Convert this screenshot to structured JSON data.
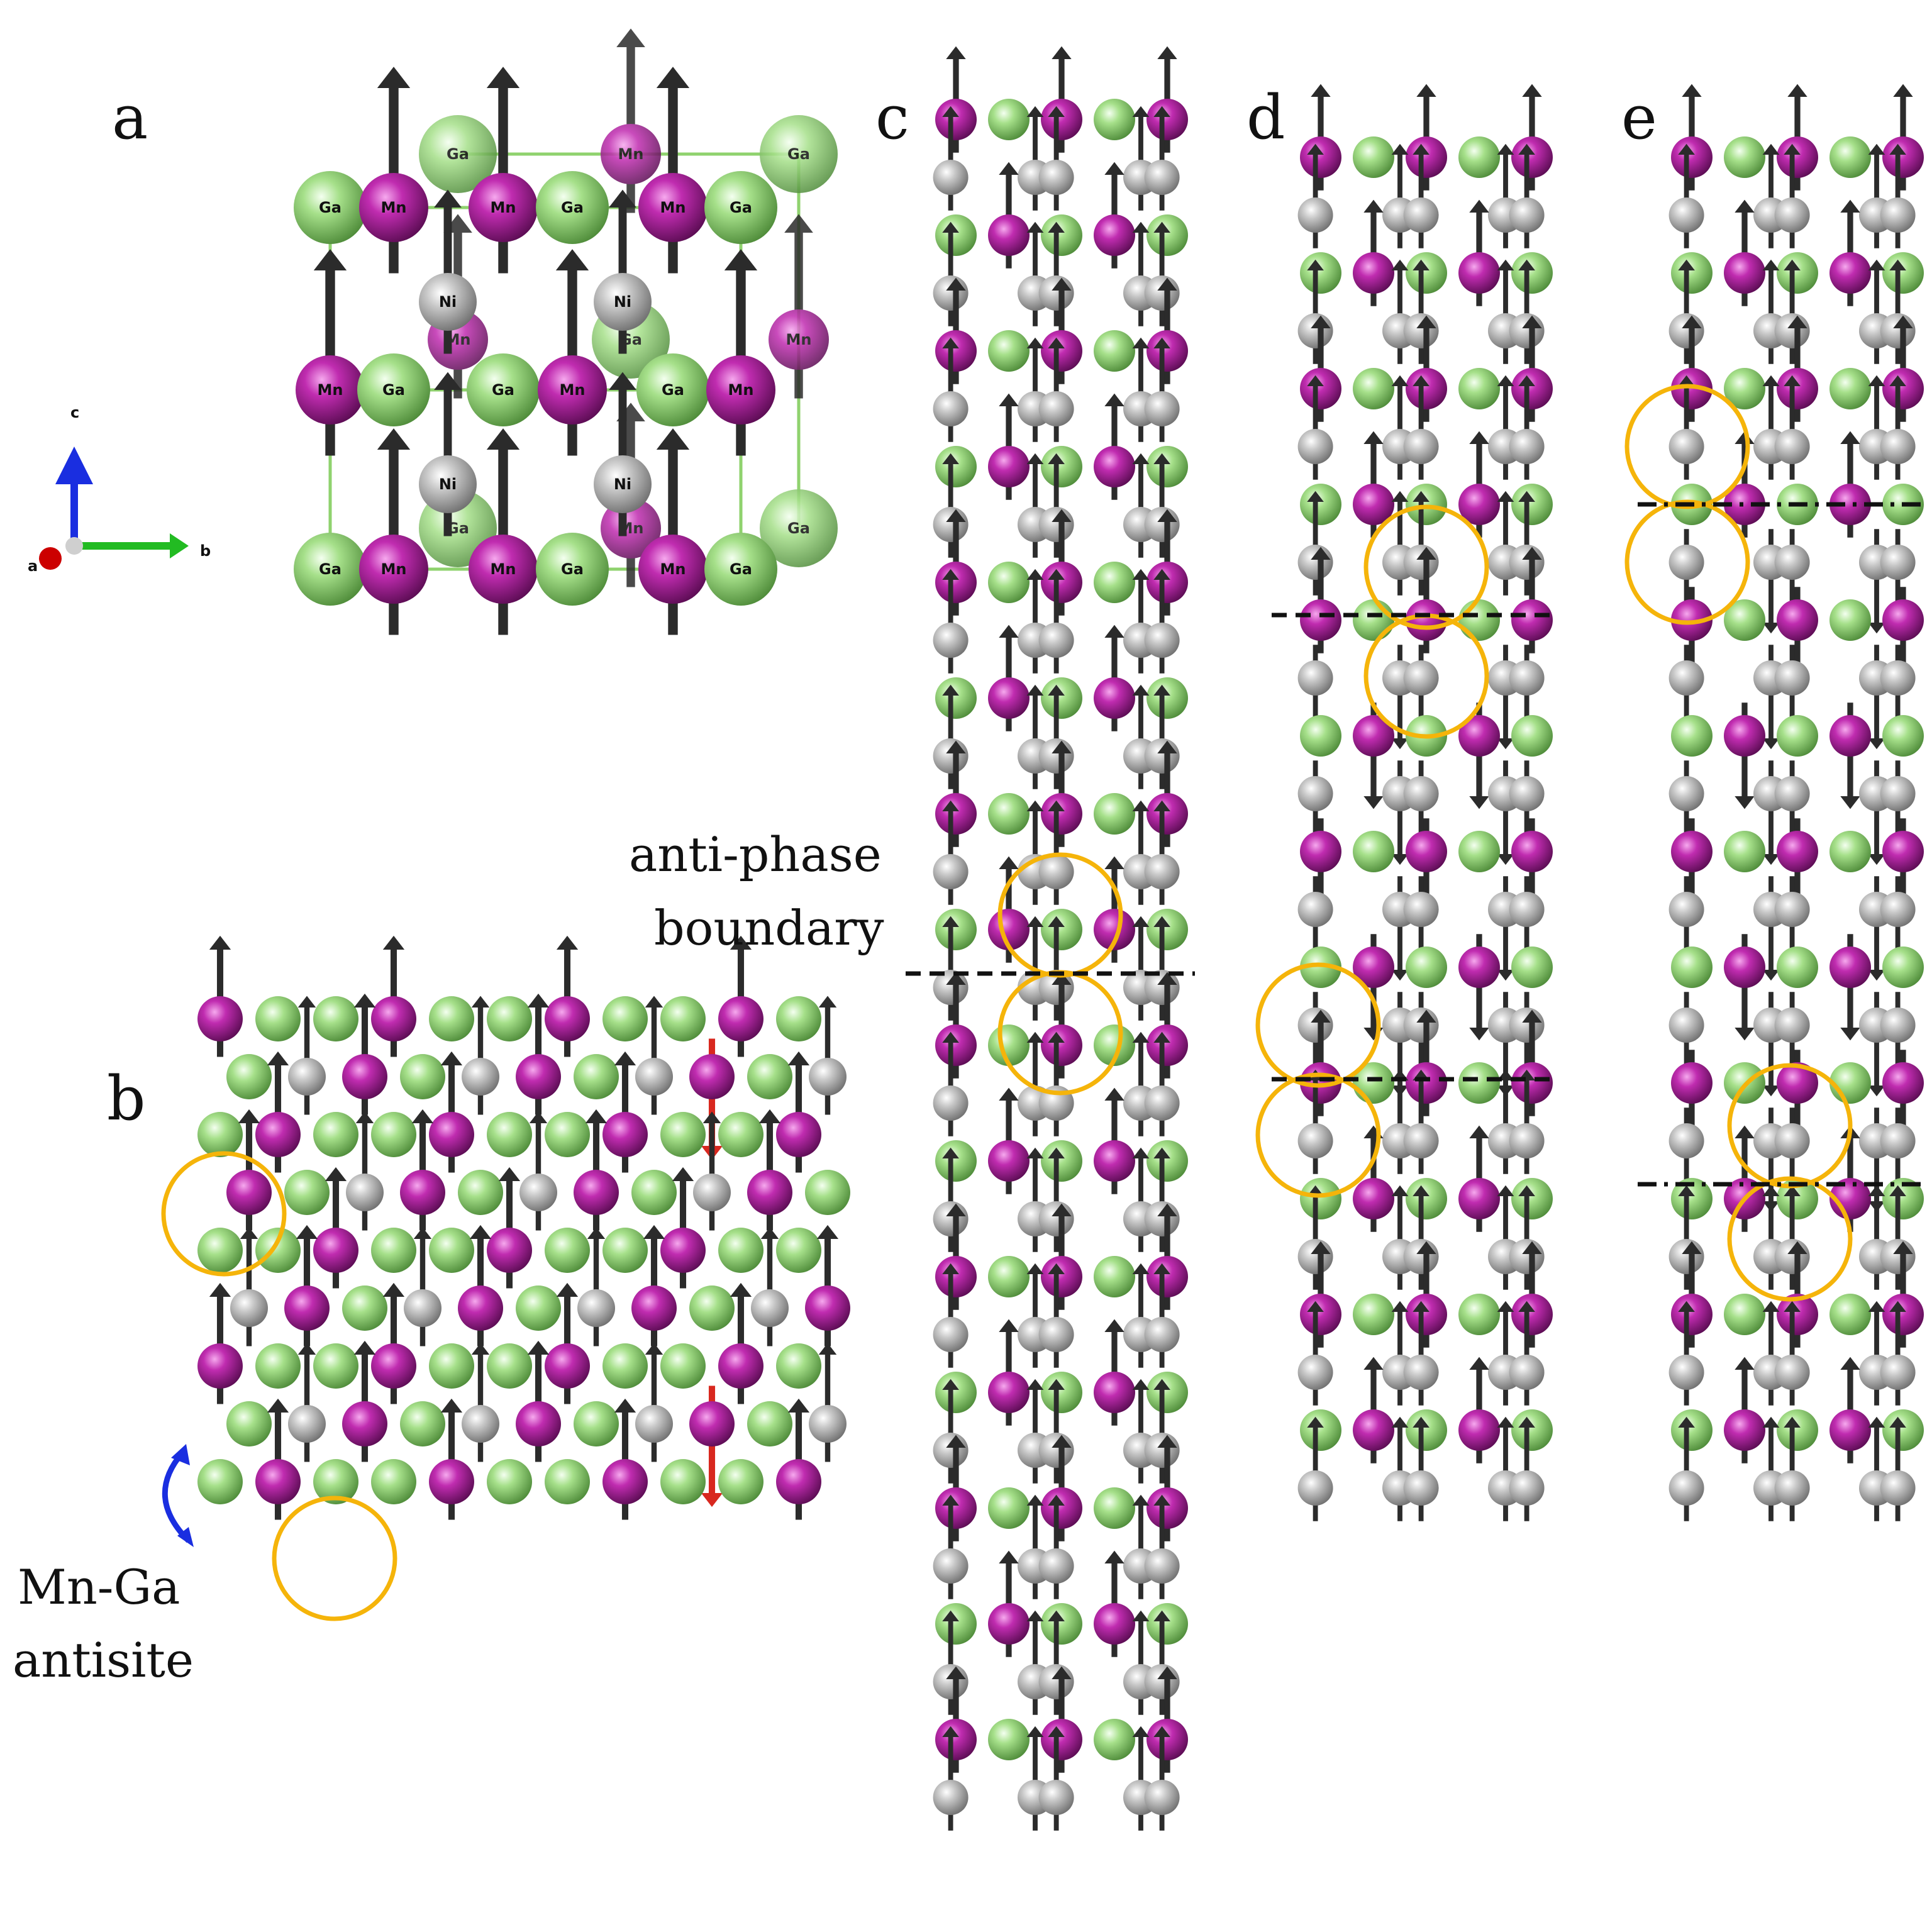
{
  "panels": {
    "a": "a",
    "b": "b",
    "c": "c",
    "d": "d",
    "e": "e"
  },
  "annotations": {
    "apb_line1": "anti-phase",
    "apb_line2": "boundary",
    "antisite_line1": "Mn-Ga",
    "antisite_line2": "antisite"
  },
  "axes": {
    "a": "a",
    "b": "b",
    "c": "c"
  },
  "atoms": {
    "mn": "Mn",
    "ga": "Ga",
    "ni": "Ni"
  },
  "colors": {
    "mn": "#9a1a8c",
    "ga": "#8fd26e",
    "ni": "#b9b9b9",
    "spin_up": "#2b2b2b",
    "spin_down_minority": "#d8281f",
    "highlight": "#f5b40a",
    "boundary": "#111111",
    "antisite_arrow": "#1a2ee0",
    "axis_a": "#cc0000",
    "axis_b": "#22bb22",
    "axis_c": "#1a2ee0"
  }
}
